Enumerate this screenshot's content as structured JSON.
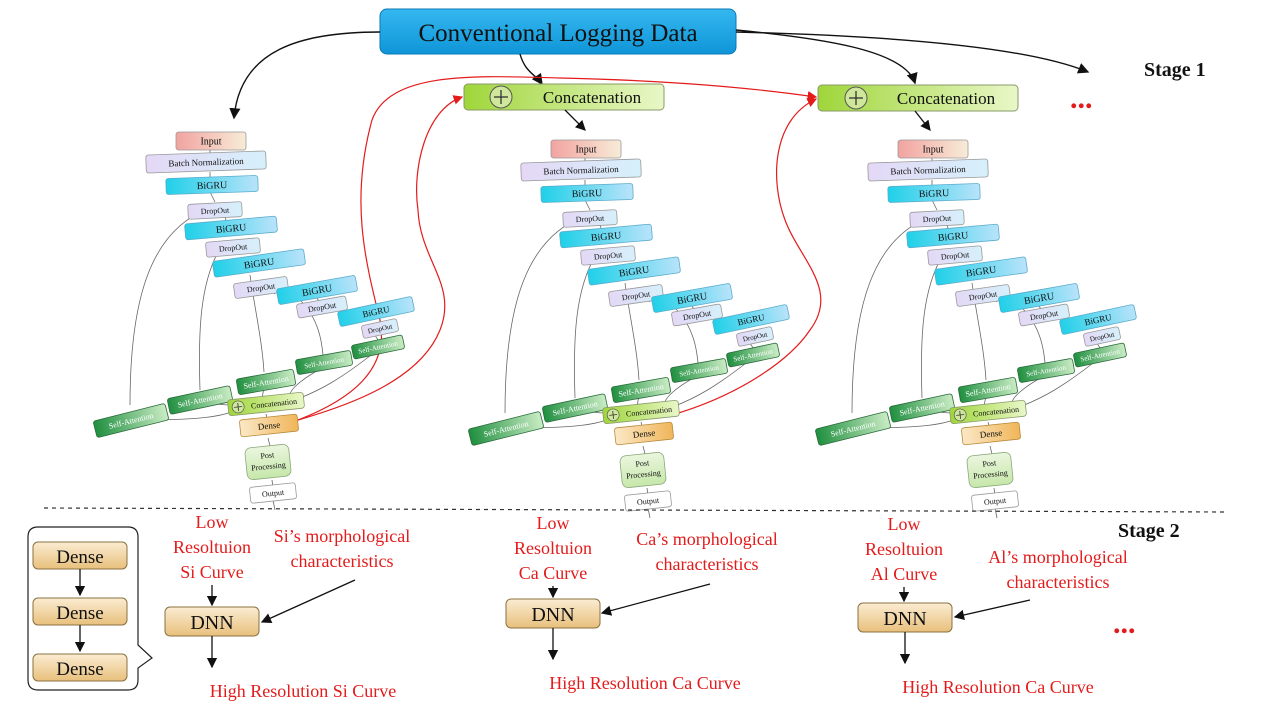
{
  "colors": {
    "data_box": "#1aa7e6",
    "concat_green": "#b7e35a",
    "input_red": "#f2a3a0",
    "bn_purple": "#e6dcf6",
    "bigru_cyan": "#39d1ea",
    "dropout": "#ece4f8",
    "self_attention": "#2f9a4a",
    "dense": "#f3c26a",
    "post_processing": "#d8efc1",
    "output": "#ffffff",
    "red_text": "#e31b1b",
    "red_arrow": "#e31b1b"
  },
  "title": "Conventional Logging Data",
  "stage1": "Stage 1",
  "stage2": "Stage 2",
  "ellipsis": "...",
  "concat_label": "Concatenation",
  "network": {
    "input": "Input",
    "batch_norm": "Batch Normalization",
    "bigru": "BiGRU",
    "dropout": "DropOut",
    "self_attention": "Self-Attention",
    "concatenation": "Concatenation",
    "dense": "Dense",
    "post_processing": "Post Processing",
    "output": "Output"
  },
  "legend_dense": [
    "Dense",
    "Dense",
    "Dense"
  ],
  "dnn_label": "DNN",
  "columns": [
    {
      "low_res": [
        "Low",
        "Resoltuion",
        "Si Curve"
      ],
      "morph": [
        "Si’s morphological",
        "characteristics"
      ],
      "high_res": "High Resolution Si Curve"
    },
    {
      "low_res": [
        "Low",
        "Resoltuion",
        "Ca Curve"
      ],
      "morph": [
        "Ca’s morphological",
        "characteristics"
      ],
      "high_res": "High Resolution Ca Curve"
    },
    {
      "low_res": [
        "Low",
        "Resoltuion",
        "Al Curve"
      ],
      "morph": [
        "Al’s morphological",
        "characteristics"
      ],
      "high_res": "High Resolution Ca Curve"
    }
  ]
}
